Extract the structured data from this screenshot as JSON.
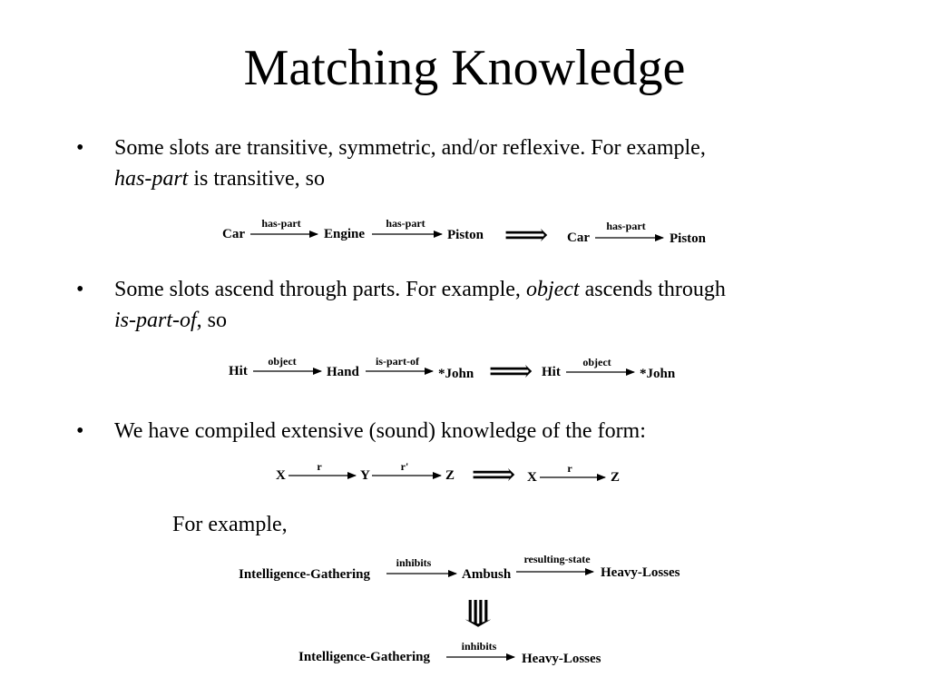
{
  "title": "Matching Knowledge",
  "bullets": [
    {
      "marker": "•",
      "line1": "Some slots are transitive, symmetric, and/or reflexive. For example,",
      "em1": "has-part",
      "line2_rest": " is transitive, so"
    },
    {
      "marker": "•",
      "line1_pre": "Some slots ascend through parts. For example, ",
      "em1": "object",
      "line1_post": " ascends through",
      "em2": "is-part-of",
      "line2_rest": ", so"
    },
    {
      "marker": "•",
      "line1": "We have compiled extensive (sound) knowledge of  the form:"
    }
  ],
  "example_label": "For example,",
  "diagrams": {
    "d1": {
      "left_nodes": [
        "Car",
        "Engine",
        "Piston"
      ],
      "left_labels": [
        "has-part",
        "has-part"
      ],
      "implies": "⟹",
      "right_nodes": [
        "Car",
        "Piston"
      ],
      "right_labels": [
        "has-part"
      ]
    },
    "d2": {
      "left_nodes": [
        "Hit",
        "Hand",
        "*John"
      ],
      "left_labels": [
        "object",
        "is-part-of"
      ],
      "implies": "⟹",
      "right_nodes": [
        "Hit",
        "*John"
      ],
      "right_labels": [
        "object"
      ]
    },
    "d3": {
      "left_nodes": [
        "X",
        "Y",
        "Z"
      ],
      "left_labels": [
        "r",
        "r'"
      ],
      "implies": "⟹",
      "right_nodes": [
        "X",
        "Z"
      ],
      "right_labels": [
        "r"
      ]
    },
    "d4": {
      "top_nodes": [
        "Intelligence-Gathering",
        "Ambush",
        "Heavy-Losses"
      ],
      "top_labels": [
        "inhibits",
        "resulting-state"
      ],
      "implies": "⟱",
      "bottom_nodes": [
        "Intelligence-Gathering",
        "Heavy-Losses"
      ],
      "bottom_labels": [
        "inhibits"
      ]
    }
  }
}
